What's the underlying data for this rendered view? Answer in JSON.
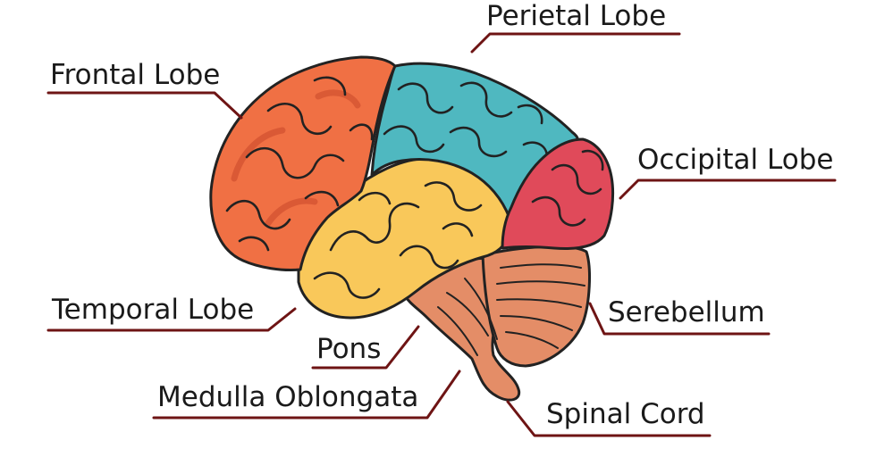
{
  "labels": {
    "parietal": "Perietal Lobe",
    "frontal": "Frontal Lobe",
    "occipital": "Occipital Lobe",
    "temporal": "Temporal Lobe",
    "cerebellum": "Serebellum",
    "pons": "Pons",
    "medulla": "Medulla Oblongata",
    "spinal": "Spinal Cord"
  },
  "colors": {
    "frontal": "#f07044",
    "parietal": "#4fb8c0",
    "occipital": "#e04a5a",
    "temporal": "#f9c85a",
    "cerebellum": "#e48d67",
    "brainstem": "#e48d67",
    "leader": "#6e1414",
    "outline": "#222222"
  }
}
